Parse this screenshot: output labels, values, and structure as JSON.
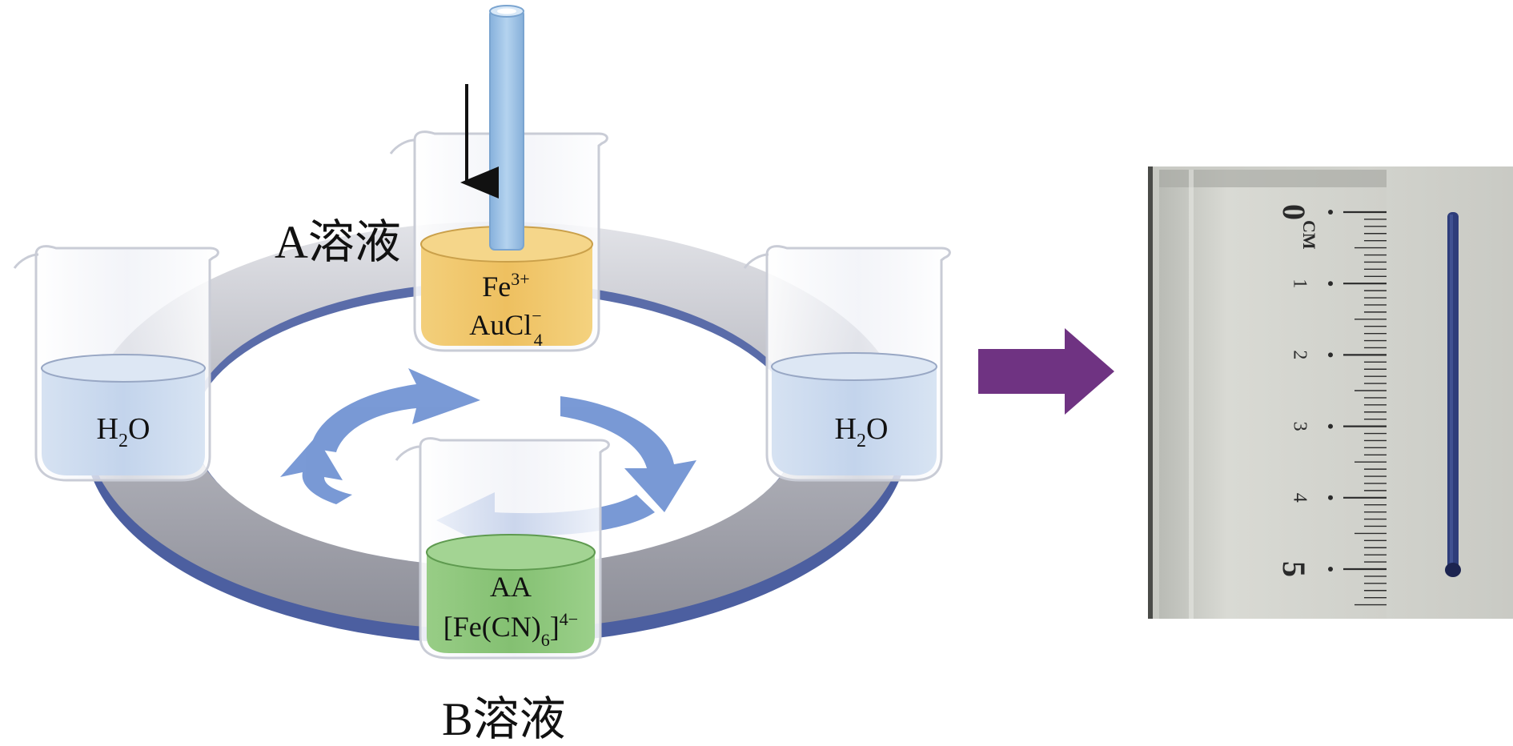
{
  "labels": {
    "solution_a": "A溶液",
    "solution_b": "B溶液"
  },
  "beakers": {
    "top": {
      "line1": "Fe",
      "line1_sup": "3+",
      "line2": "AuCl",
      "line2_sub": "4",
      "line2_sup": "−"
    },
    "left": {
      "main": "H",
      "sub": "2",
      "tail": "O"
    },
    "right": {
      "main": "H",
      "sub": "2",
      "tail": "O"
    },
    "bottom": {
      "line1": "AA",
      "line2_pre": "[Fe(CN)",
      "line2_sub": "6",
      "line2_post": "]",
      "line2_sup": "4−"
    }
  },
  "ruler": {
    "unit": "CM",
    "numbers": [
      "0",
      "1",
      "2",
      "3",
      "4",
      "5"
    ]
  },
  "colors": {
    "solution_a": "#f0c463",
    "solution_b": "#86c278",
    "water": "#c4d6ec",
    "rotation_arrows": "#6b8fd1",
    "process_arrow": "#6f3382",
    "ring": "#aeb0b8",
    "rod": "#9ec3e6",
    "fiber": "#2e3d7a"
  }
}
